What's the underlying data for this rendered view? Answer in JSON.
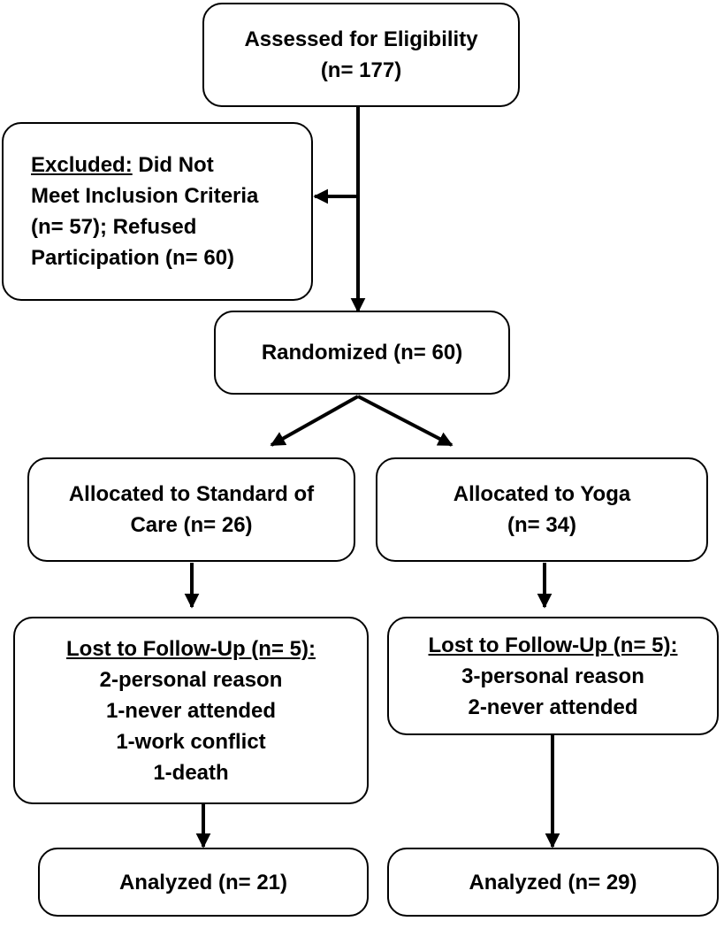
{
  "assessed": {
    "line1": "Assessed for Eligibility",
    "line2": "(n= 177)"
  },
  "excluded": {
    "label": "Excluded:",
    "line1_rest": " Did Not",
    "line2": "Meet Inclusion Criteria",
    "line3": "(n= 57); Refused",
    "line4": "Participation (n= 60)"
  },
  "randomized": {
    "text": "Randomized (n= 60)"
  },
  "standard_care": {
    "line1": "Allocated to Standard of",
    "line2": "Care (n= 26)"
  },
  "yoga": {
    "line1": "Allocated to Yoga",
    "line2": "(n= 34)"
  },
  "lost_standard": {
    "heading": "Lost to Follow-Up (n= 5):",
    "items": [
      "2-personal reason",
      "1-never attended",
      "1-work conflict",
      "1-death"
    ]
  },
  "lost_yoga": {
    "heading": "Lost to Follow-Up (n= 5):",
    "items": [
      "3-personal reason",
      "2-never attended"
    ]
  },
  "analyzed_standard": {
    "text": "Analyzed (n= 21)"
  },
  "analyzed_yoga": {
    "text": "Analyzed (n= 29)"
  }
}
